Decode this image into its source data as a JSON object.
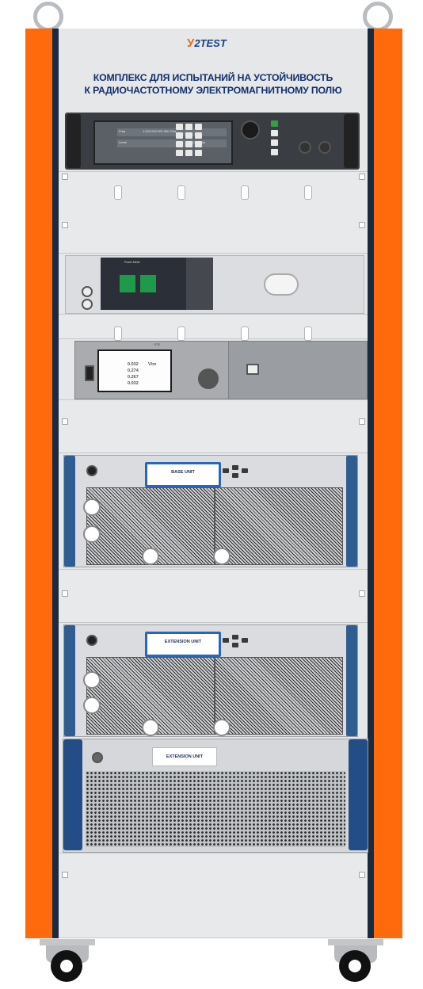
{
  "logo": {
    "mark": "У",
    "text": "2TEST"
  },
  "title": {
    "line1": "КОМПЛЕКС ДЛЯ ИСПЫТАНИЙ НА УСТОЙЧИВОСТЬ",
    "line2": "К РАДИОЧАСТОТНОМУ ЭЛЕКТРОМАГНИТНОМУ ПОЛЮ"
  },
  "signal_generator": {
    "freq_label": "Freq",
    "freq_value": "1.000 000 000 000 GHz",
    "level_label": "Level",
    "level_value": "0.00 dBm"
  },
  "power_meter": {
    "tab": "Power Meter"
  },
  "power_supply": {
    "brand": "ETS",
    "readings": [
      "0.032",
      "0.274",
      "0.267",
      "0.032"
    ],
    "unit": "V/m"
  },
  "amplifiers": {
    "base_label": "BASE UNIT",
    "ext1_label": "EXTENSION UNIT",
    "ext2_label": "EXTENSION UNIT"
  },
  "colors": {
    "frame_orange": "#ff6a0c",
    "rail_navy": "#1a2a40",
    "title_blue": "#12306b",
    "accent_blue": "#2866b7"
  }
}
